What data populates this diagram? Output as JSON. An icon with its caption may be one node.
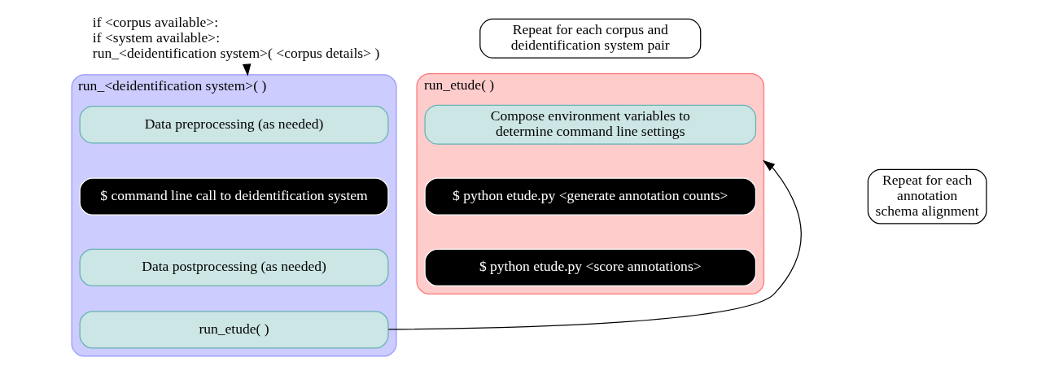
{
  "diagram": {
    "nodes": [
      {
        "text": [
          "if <corpus available>:",
          "if <system available>:",
          "run_<deidentification system>( <corpus details> )"
        ]
      },
      {
        "text": [
          "Repeat for each corpus and deidentification system pair"
        ]
      },
      {
        "text": [
          "run_<deidentification system>( )"
        ]
      },
      {
        "text": [
          "Data preprocessing (as needed)"
        ],
        "in": 2
      },
      {
        "text": [
          "$ command line call to deidentification system"
        ],
        "in": 2
      },
      {
        "text": [
          "Data postprocessing (as needed)"
        ],
        "in": 2
      },
      {
        "text": [
          "run_etude( )"
        ],
        "in": 2
      },
      {
        "text": [
          "run_etude( )"
        ]
      },
      {
        "text": [
          "Compose environment variables to determine command line settings"
        ],
        "in": 7
      },
      {
        "text": [
          "$ python etude.py <generate annotation counts>"
        ],
        "in": 7
      },
      {
        "text": [
          "$ python etude.py <score annotations>"
        ],
        "in": 7
      },
      {
        "text": [
          "Repeat for each annotation schema alignment"
        ]
      }
    ],
    "edges": [
      {
        "from": 0,
        "to": 2,
        "arrow": "to"
      },
      {
        "from": 6,
        "to": 7,
        "arrow": "to"
      }
    ]
  }
}
